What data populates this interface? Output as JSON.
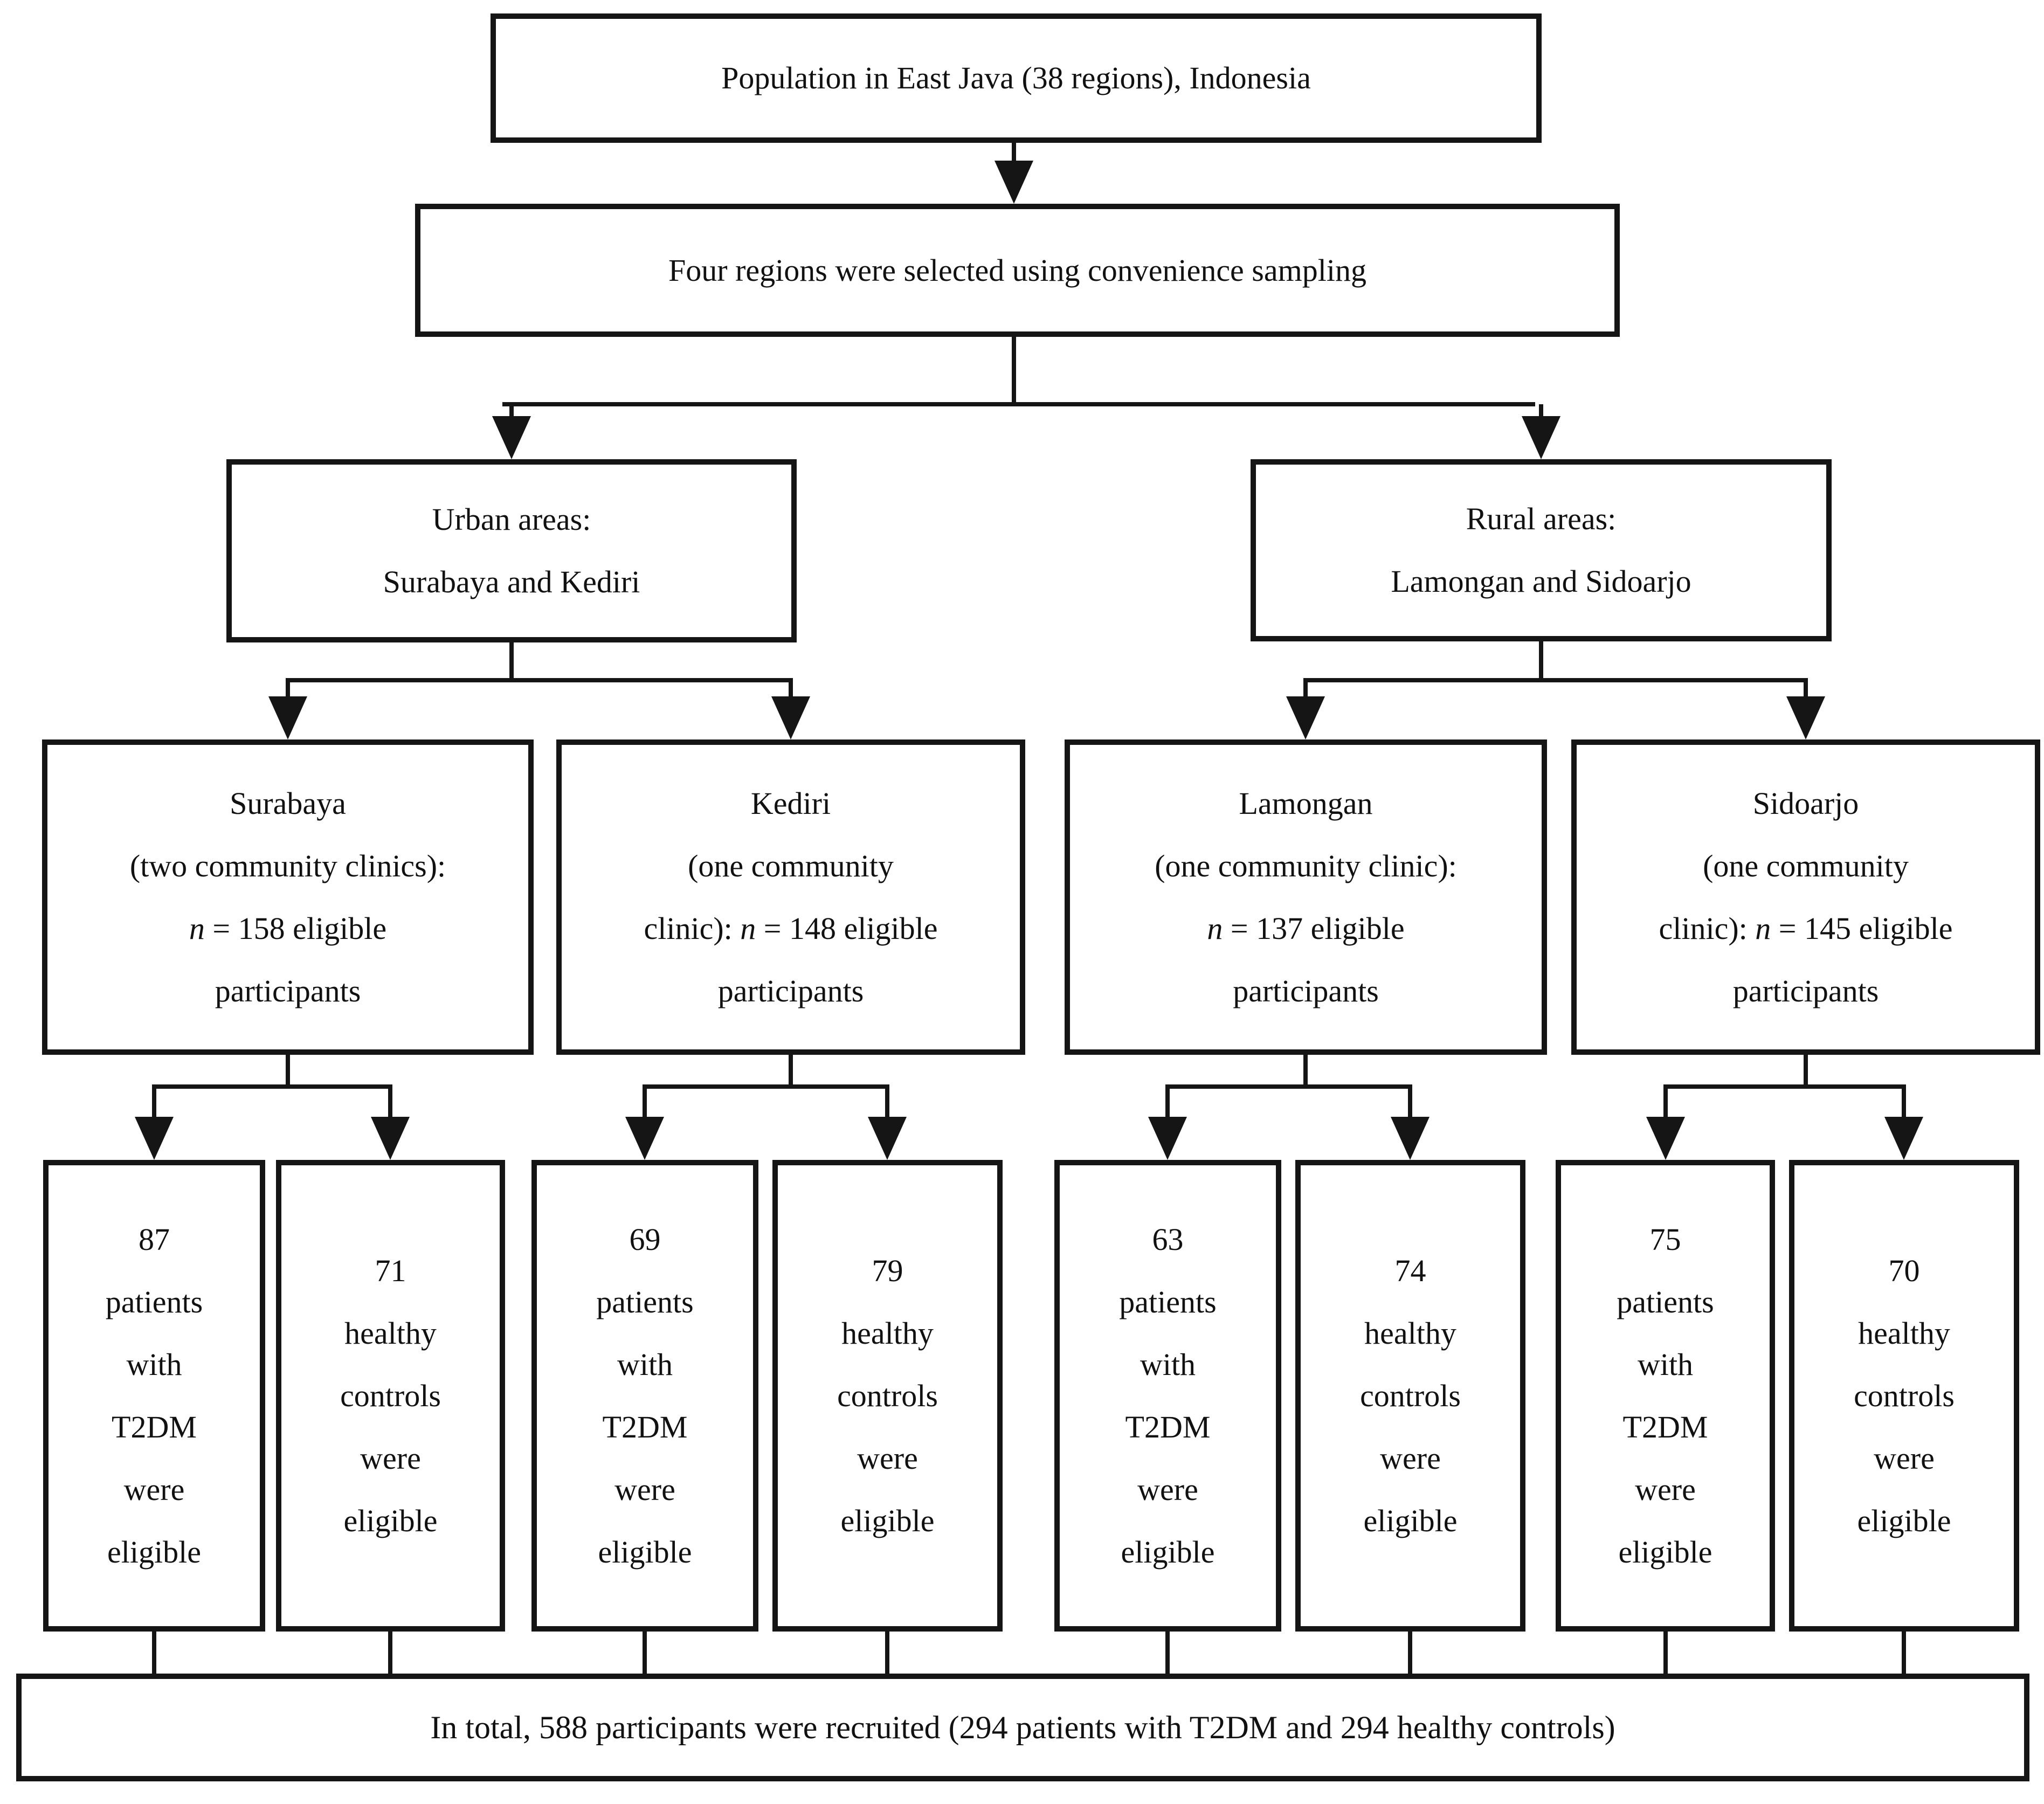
{
  "diagram": {
    "top_box": "Population in East Java (38 regions), Indonesia",
    "sampling_box": "Four regions were selected using convenience sampling",
    "urban": {
      "line1": "Urban areas:",
      "line2": "Surabaya and Kediri"
    },
    "rural": {
      "line1": "Rural areas:",
      "line2": "Lamongan and Sidoarjo"
    },
    "clinics": [
      {
        "name": "Surabaya",
        "line2": "(two community clinics):",
        "pre_n": "",
        "n": "n",
        "post_n": " = 158 eligible",
        "line4": "participants"
      },
      {
        "name": "Kediri",
        "line2": "(one community",
        "pre_n": "clinic): ",
        "n": "n",
        "post_n": " = 148 eligible",
        "line4": "participants"
      },
      {
        "name": "Lamongan",
        "line2": "(one community clinic):",
        "pre_n": "",
        "n": "n",
        "post_n": " = 137 eligible",
        "line4": "participants"
      },
      {
        "name": "Sidoarjo",
        "line2": "(one community",
        "pre_n": "clinic): ",
        "n": "n",
        "post_n": " = 145 eligible",
        "line4": "participants"
      }
    ],
    "leaves": [
      {
        "lines": [
          "87",
          "patients",
          "with",
          "T2DM",
          "were",
          "eligible"
        ]
      },
      {
        "lines": [
          "71",
          "healthy",
          "controls",
          "were",
          "eligible"
        ]
      },
      {
        "lines": [
          "69",
          "patients",
          "with",
          "T2DM",
          "were",
          "eligible"
        ]
      },
      {
        "lines": [
          "79",
          "healthy",
          "controls",
          "were",
          "eligible"
        ]
      },
      {
        "lines": [
          "63",
          "patients",
          "with",
          "T2DM",
          "were",
          "eligible"
        ]
      },
      {
        "lines": [
          "74",
          "healthy",
          "controls",
          "were",
          "eligible"
        ]
      },
      {
        "lines": [
          "75",
          "patients",
          "with",
          "T2DM",
          "were",
          "eligible"
        ]
      },
      {
        "lines": [
          "70",
          "healthy",
          "controls",
          "were",
          "eligible"
        ]
      }
    ],
    "total_box": "In total, 588 participants were recruited (294 patients with T2DM and 294 healthy controls)"
  }
}
